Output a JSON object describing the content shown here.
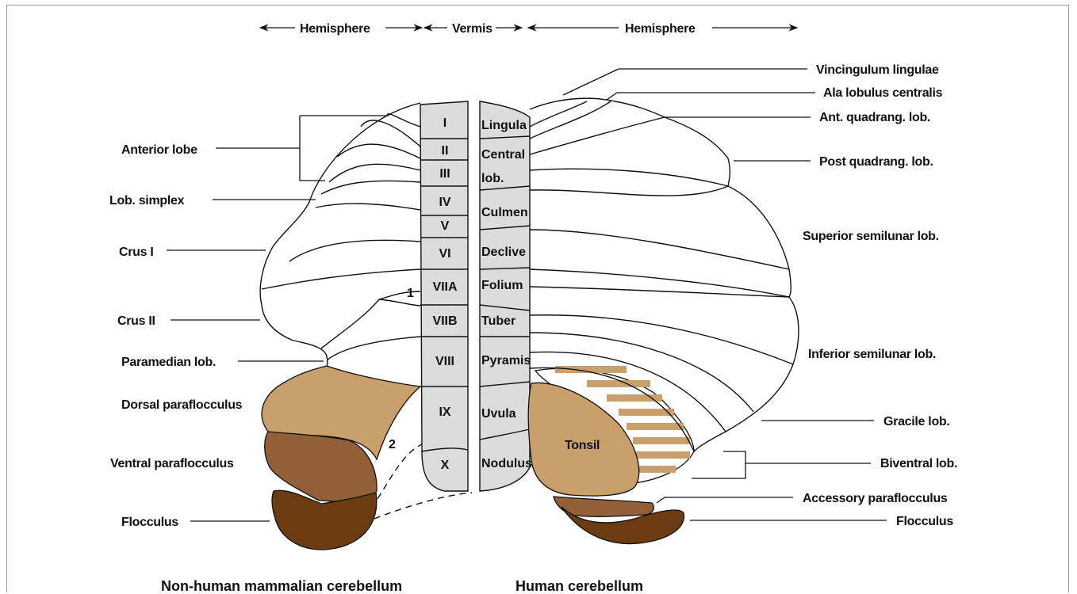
{
  "header": {
    "left_hemisphere": "Hemisphere",
    "vermis": "Vermis",
    "right_hemisphere": "Hemisphere"
  },
  "left_labels": {
    "anterior_lobe": "Anterior lobe",
    "lob_simplex": "Lob. simplex",
    "crus_i": "Crus I",
    "crus_ii": "Crus II",
    "paramedian": "Paramedian lob.",
    "dorsal_paraflocculus": "Dorsal paraflocculus",
    "ventral_paraflocculus": "Ventral paraflocculus",
    "flocculus": "Flocculus"
  },
  "vermis_lobules": [
    "I",
    "II",
    "III",
    "IV",
    "V",
    "VI",
    "VIIA",
    "VIIB",
    "VIII",
    "IX",
    "X"
  ],
  "vermis_names": {
    "lingula": "Lingula",
    "central_1": "Central",
    "central_2": "lob.",
    "culmen": "Culmen",
    "declive": "Declive",
    "folium": "Folium",
    "tuber": "Tuber",
    "pyramis": "Pyramis",
    "uvula": "Uvula",
    "nodulus": "Nodulus"
  },
  "right_labels": {
    "vincingulum": "Vincingulum lingulae",
    "ala": "Ala lobulus centralis",
    "ant_quadrang": "Ant. quadrang. lob.",
    "post_quadrang": "Post quadrang. lob.",
    "superior_semilunar": "Superior semilunar lob.",
    "inferior_semilunar": "Inferior semilunar lob.",
    "gracile": "Gracile lob.",
    "biventral": "Biventral lob.",
    "accessory_paraflocculus": "Accessory paraflocculus",
    "flocculus": "Flocculus",
    "tonsil": "Tonsil"
  },
  "markers": {
    "one": "1",
    "two": "2"
  },
  "titles": {
    "left": "Non-human mammalian cerebellum",
    "right": "Human cerebellum"
  },
  "colors": {
    "vermis_fill": "#dcdcdc",
    "dorsal_paraflocculus": "#c99f6c",
    "ventral_paraflocculus": "#935f39",
    "flocculus": "#6b3b12",
    "tonsil": "#c99f6c",
    "stripe": "#c99f6c",
    "accessory_paraflocculus": "#935f39"
  }
}
